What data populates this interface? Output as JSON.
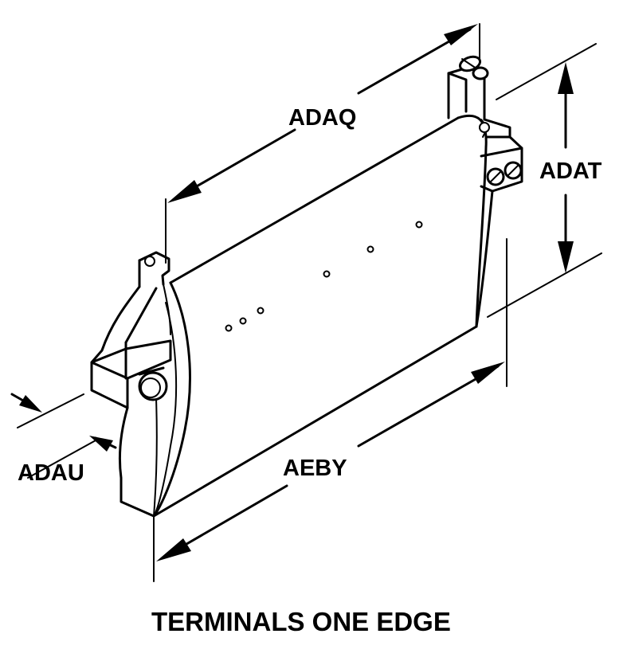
{
  "labels": {
    "adaq": "ADAQ",
    "adat": "ADAT",
    "adau": "ADAU",
    "aeby": "AEBY"
  },
  "caption": "TERMINALS ONE EDGE"
}
